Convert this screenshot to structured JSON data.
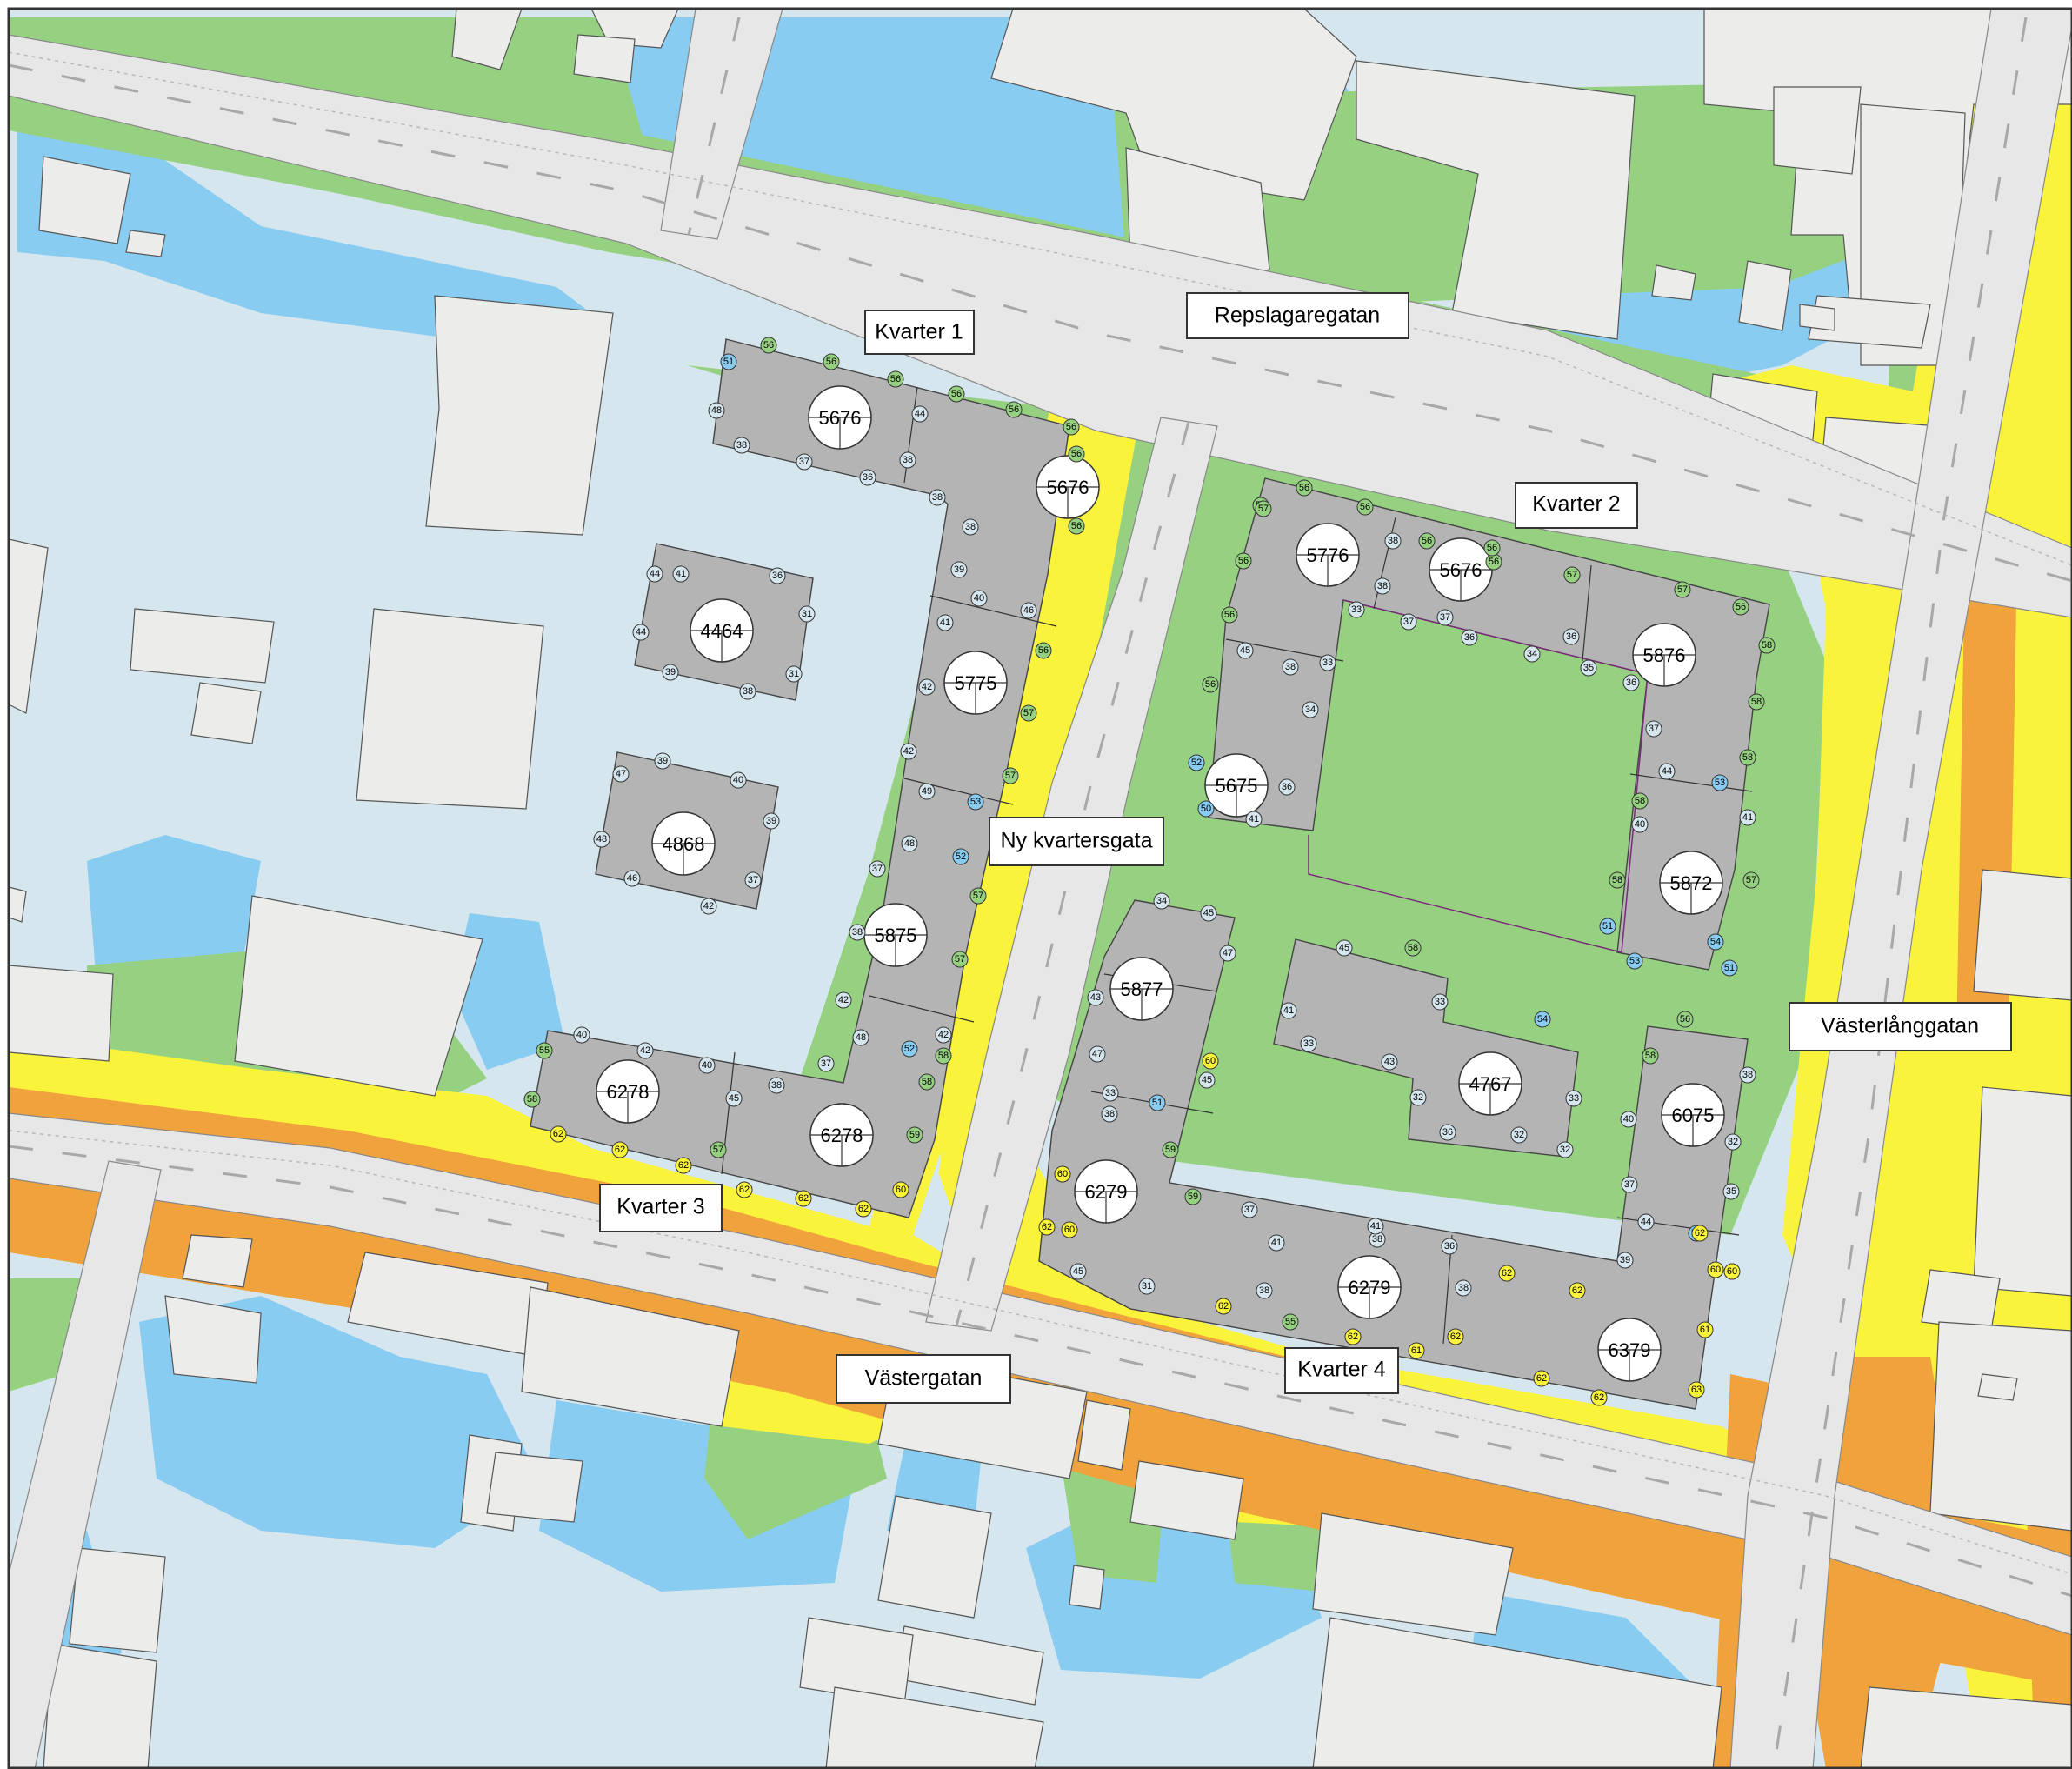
{
  "colors": {
    "zone_below_50": "#d6e6ee",
    "zone_50_55": "#88ccf1",
    "zone_55_60": "#96d182",
    "zone_60_65": "#faf33c",
    "zone_65_70": "#f0a23c",
    "road": "#e7e7e7",
    "existing_building": "#ececea",
    "new_building": "#b4b4b4",
    "frame": "#333333"
  },
  "labels": {
    "kvarter_1": "Kvarter 1",
    "kvarter_2": "Kvarter 2",
    "kvarter_3": "Kvarter 3",
    "kvarter_4": "Kvarter 4",
    "repslagaregatan": "Repslagaregatan",
    "ny_kvartersgata": "Ny kvartersgata",
    "vasterlanggatan": "Västerlånggatan",
    "vastergatan": "Västergatan"
  },
  "building_values": [
    {
      "top": "56",
      "bottom": "76",
      "level_upper": 56,
      "level_lower": 76
    },
    {
      "top": "56",
      "bottom": "76",
      "level_upper": 56,
      "level_lower": 76
    },
    {
      "top": "44",
      "bottom": "64",
      "level_upper": 44,
      "level_lower": 64
    },
    {
      "top": "57",
      "bottom": "75",
      "level_upper": 57,
      "level_lower": 75
    },
    {
      "top": "48",
      "bottom": "68",
      "level_upper": 48,
      "level_lower": 68
    },
    {
      "top": "58",
      "bottom": "75",
      "level_upper": 58,
      "level_lower": 75
    },
    {
      "top": "62",
      "bottom": "78",
      "level_upper": 62,
      "level_lower": 78
    },
    {
      "top": "62",
      "bottom": "78",
      "level_upper": 62,
      "level_lower": 78
    },
    {
      "top": "57",
      "bottom": "76",
      "level_upper": 57,
      "level_lower": 76
    },
    {
      "top": "56",
      "bottom": "76",
      "level_upper": 56,
      "level_lower": 76
    },
    {
      "top": "58",
      "bottom": "76",
      "level_upper": 58,
      "level_lower": 76
    },
    {
      "top": "56",
      "bottom": "75",
      "level_upper": 56,
      "level_lower": 75
    },
    {
      "top": "58",
      "bottom": "72",
      "level_upper": 58,
      "level_lower": 72
    },
    {
      "top": "58",
      "bottom": "77",
      "level_upper": 58,
      "level_lower": 77
    },
    {
      "top": "47",
      "bottom": "67",
      "level_upper": 47,
      "level_lower": 67
    },
    {
      "top": "60",
      "bottom": "75",
      "level_upper": 60,
      "level_lower": 75
    },
    {
      "top": "62",
      "bottom": "79",
      "level_upper": 62,
      "level_lower": 79
    },
    {
      "top": "62",
      "bottom": "79",
      "level_upper": 62,
      "level_lower": 79
    },
    {
      "top": "63",
      "bottom": "79",
      "level_upper": 63,
      "level_lower": 79
    }
  ],
  "facade_points": [
    {
      "value": "51",
      "level": 51
    },
    {
      "value": "56",
      "level": 56
    },
    {
      "value": "56",
      "level": 56
    },
    {
      "value": "56",
      "level": 56
    },
    {
      "value": "56",
      "level": 56
    },
    {
      "value": "56",
      "level": 56
    },
    {
      "value": "56",
      "level": 56
    },
    {
      "value": "48",
      "level": 48
    },
    {
      "value": "38",
      "level": 38
    },
    {
      "value": "37",
      "level": 37
    },
    {
      "value": "36",
      "level": 36
    },
    {
      "value": "38",
      "level": 38
    },
    {
      "value": "44",
      "level": 44
    },
    {
      "value": "38",
      "level": 38
    },
    {
      "value": "38",
      "level": 38
    },
    {
      "value": "39",
      "level": 39
    },
    {
      "value": "40",
      "level": 40
    },
    {
      "value": "46",
      "level": 46
    },
    {
      "value": "41",
      "level": 41
    },
    {
      "value": "56",
      "level": 56
    },
    {
      "value": "56",
      "level": 56
    },
    {
      "value": "56",
      "level": 56
    },
    {
      "value": "42",
      "level": 42
    },
    {
      "value": "57",
      "level": 57
    },
    {
      "value": "42",
      "level": 42
    },
    {
      "value": "57",
      "level": 57
    },
    {
      "value": "49",
      "level": 49
    },
    {
      "value": "53",
      "level": 53
    },
    {
      "value": "48",
      "level": 48
    },
    {
      "value": "52",
      "level": 52
    },
    {
      "value": "37",
      "level": 37
    },
    {
      "value": "57",
      "level": 57
    },
    {
      "value": "38",
      "level": 38
    },
    {
      "value": "42",
      "level": 42
    },
    {
      "value": "57",
      "level": 57
    },
    {
      "value": "42",
      "level": 42
    },
    {
      "value": "58",
      "level": 58
    },
    {
      "value": "48",
      "level": 48
    },
    {
      "value": "52",
      "level": 52
    },
    {
      "value": "37",
      "level": 37
    },
    {
      "value": "58",
      "level": 58
    },
    {
      "value": "59",
      "level": 59
    },
    {
      "value": "60",
      "level": 60
    },
    {
      "value": "41",
      "level": 41
    },
    {
      "value": "36",
      "level": 36
    },
    {
      "value": "44",
      "level": 44
    },
    {
      "value": "31",
      "level": 31
    },
    {
      "value": "44",
      "level": 44
    },
    {
      "value": "31",
      "level": 31
    },
    {
      "value": "39",
      "level": 39
    },
    {
      "value": "38",
      "level": 38
    },
    {
      "value": "39",
      "level": 39
    },
    {
      "value": "40",
      "level": 40
    },
    {
      "value": "47",
      "level": 47
    },
    {
      "value": "39",
      "level": 39
    },
    {
      "value": "48",
      "level": 48
    },
    {
      "value": "37",
      "level": 37
    },
    {
      "value": "46",
      "level": 46
    },
    {
      "value": "42",
      "level": 42
    },
    {
      "value": "40",
      "level": 40
    },
    {
      "value": "42",
      "level": 42
    },
    {
      "value": "40",
      "level": 40
    },
    {
      "value": "38",
      "level": 38
    },
    {
      "value": "55",
      "level": 55
    },
    {
      "value": "45",
      "level": 45
    },
    {
      "value": "58",
      "level": 58
    },
    {
      "value": "62",
      "level": 62
    },
    {
      "value": "62",
      "level": 62
    },
    {
      "value": "62",
      "level": 62
    },
    {
      "value": "57",
      "level": 57
    },
    {
      "value": "62",
      "level": 62
    },
    {
      "value": "62",
      "level": 62
    },
    {
      "value": "62",
      "level": 62
    },
    {
      "value": "56",
      "level": 56
    },
    {
      "value": "56",
      "level": 56
    },
    {
      "value": "57",
      "level": 57
    },
    {
      "value": "56",
      "level": 56
    },
    {
      "value": "38",
      "level": 38
    },
    {
      "value": "56",
      "level": 56
    },
    {
      "value": "56",
      "level": 56
    },
    {
      "value": "56",
      "level": 56
    },
    {
      "value": "57",
      "level": 57
    },
    {
      "value": "57",
      "level": 57
    },
    {
      "value": "56",
      "level": 56
    },
    {
      "value": "38",
      "level": 38
    },
    {
      "value": "33",
      "level": 33
    },
    {
      "value": "37",
      "level": 37
    },
    {
      "value": "37",
      "level": 37
    },
    {
      "value": "58",
      "level": 58
    },
    {
      "value": "56",
      "level": 56
    },
    {
      "value": "45",
      "level": 45
    },
    {
      "value": "33",
      "level": 33
    },
    {
      "value": "36",
      "level": 36
    },
    {
      "value": "34",
      "level": 34
    },
    {
      "value": "36",
      "level": 36
    },
    {
      "value": "35",
      "level": 35
    },
    {
      "value": "36",
      "level": 36
    },
    {
      "value": "58",
      "level": 58
    },
    {
      "value": "56",
      "level": 56
    },
    {
      "value": "38",
      "level": 38
    },
    {
      "value": "34",
      "level": 34
    },
    {
      "value": "37",
      "level": 37
    },
    {
      "value": "58",
      "level": 58
    },
    {
      "value": "56",
      "level": 56
    },
    {
      "value": "36",
      "level": 36
    },
    {
      "value": "44",
      "level": 44
    },
    {
      "value": "53",
      "level": 53
    },
    {
      "value": "52",
      "level": 52
    },
    {
      "value": "50",
      "level": 50
    },
    {
      "value": "41",
      "level": 41
    },
    {
      "value": "58",
      "level": 58
    },
    {
      "value": "41",
      "level": 41
    },
    {
      "value": "58",
      "level": 58
    },
    {
      "value": "40",
      "level": 40
    },
    {
      "value": "57",
      "level": 57
    },
    {
      "value": "51",
      "level": 51
    },
    {
      "value": "54",
      "level": 54
    },
    {
      "value": "53",
      "level": 53
    },
    {
      "value": "51",
      "level": 51
    },
    {
      "value": "34",
      "level": 34
    },
    {
      "value": "45",
      "level": 45
    },
    {
      "value": "47",
      "level": 47
    },
    {
      "value": "45",
      "level": 45
    },
    {
      "value": "58",
      "level": 58
    },
    {
      "value": "43",
      "level": 43
    },
    {
      "value": "33",
      "level": 33
    },
    {
      "value": "41",
      "level": 41
    },
    {
      "value": "54",
      "level": 54
    },
    {
      "value": "56",
      "level": 56
    },
    {
      "value": "33",
      "level": 33
    },
    {
      "value": "43",
      "level": 43
    },
    {
      "value": "47",
      "level": 47
    },
    {
      "value": "58",
      "level": 58
    },
    {
      "value": "38",
      "level": 38
    },
    {
      "value": "60",
      "level": 60
    },
    {
      "value": "33",
      "level": 33
    },
    {
      "value": "51",
      "level": 51
    },
    {
      "value": "45",
      "level": 45
    },
    {
      "value": "32",
      "level": 32
    },
    {
      "value": "33",
      "level": 33
    },
    {
      "value": "40",
      "level": 40
    },
    {
      "value": "38",
      "level": 38
    },
    {
      "value": "59",
      "level": 59
    },
    {
      "value": "36",
      "level": 36
    },
    {
      "value": "32",
      "level": 32
    },
    {
      "value": "32",
      "level": 32
    },
    {
      "value": "32",
      "level": 32
    },
    {
      "value": "60",
      "level": 60
    },
    {
      "value": "59",
      "level": 59
    },
    {
      "value": "37",
      "level": 37
    },
    {
      "value": "35",
      "level": 35
    },
    {
      "value": "60",
      "level": 60
    },
    {
      "value": "60",
      "level": 60
    },
    {
      "value": "37",
      "level": 37
    },
    {
      "value": "41",
      "level": 41
    },
    {
      "value": "38",
      "level": 38
    },
    {
      "value": "44",
      "level": 44
    },
    {
      "value": "54",
      "level": 54
    },
    {
      "value": "41",
      "level": 41
    },
    {
      "value": "36",
      "level": 36
    },
    {
      "value": "39",
      "level": 39
    },
    {
      "value": "60",
      "level": 60
    },
    {
      "value": "62",
      "level": 62
    },
    {
      "value": "62",
      "level": 62
    },
    {
      "value": "45",
      "level": 45
    },
    {
      "value": "31",
      "level": 31
    },
    {
      "value": "38",
      "level": 38
    },
    {
      "value": "38",
      "level": 38
    },
    {
      "value": "62",
      "level": 62
    },
    {
      "value": "62",
      "level": 62
    },
    {
      "value": "62",
      "level": 62
    },
    {
      "value": "55",
      "level": 55
    },
    {
      "value": "62",
      "level": 62
    },
    {
      "value": "61",
      "level": 61
    },
    {
      "value": "62",
      "level": 62
    },
    {
      "value": "62",
      "level": 62
    },
    {
      "value": "61",
      "level": 61
    },
    {
      "value": "62",
      "level": 62
    },
    {
      "value": "63",
      "level": 63
    }
  ]
}
